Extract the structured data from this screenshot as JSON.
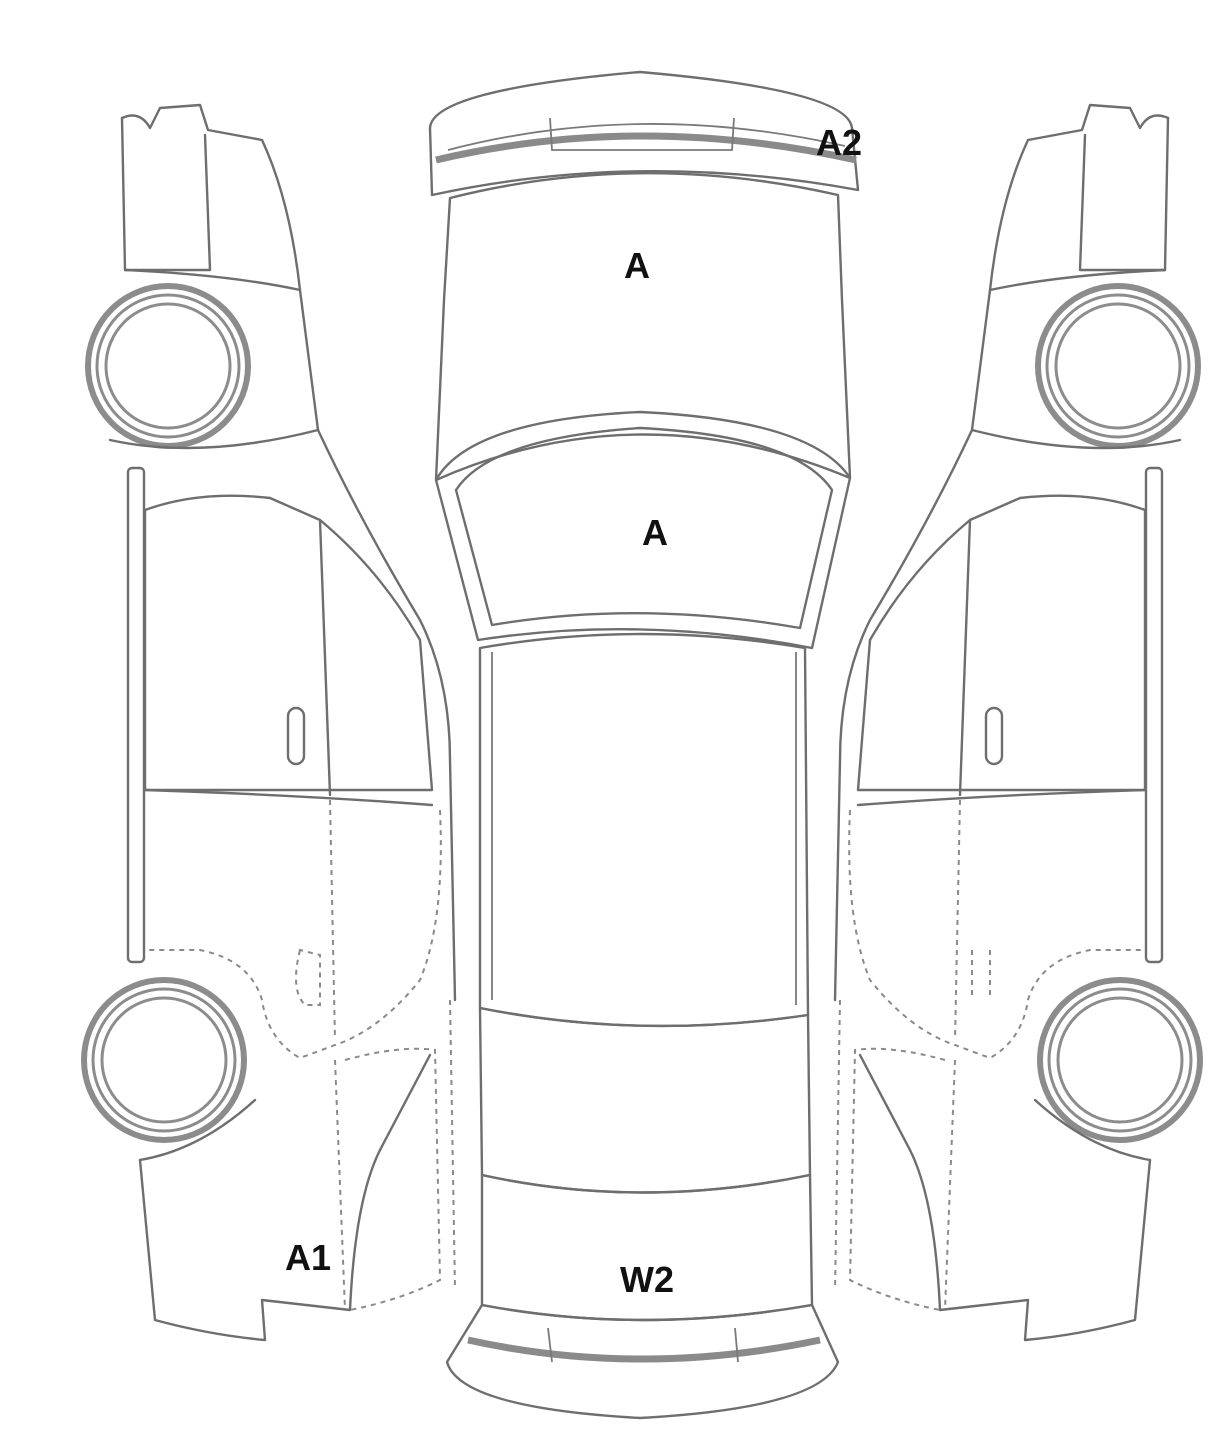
{
  "diagram": {
    "markers": {
      "front_bumper": "A2",
      "hood": "A",
      "windshield": "A",
      "left_rear_quarter": "A1",
      "rear_window": "W2"
    }
  }
}
